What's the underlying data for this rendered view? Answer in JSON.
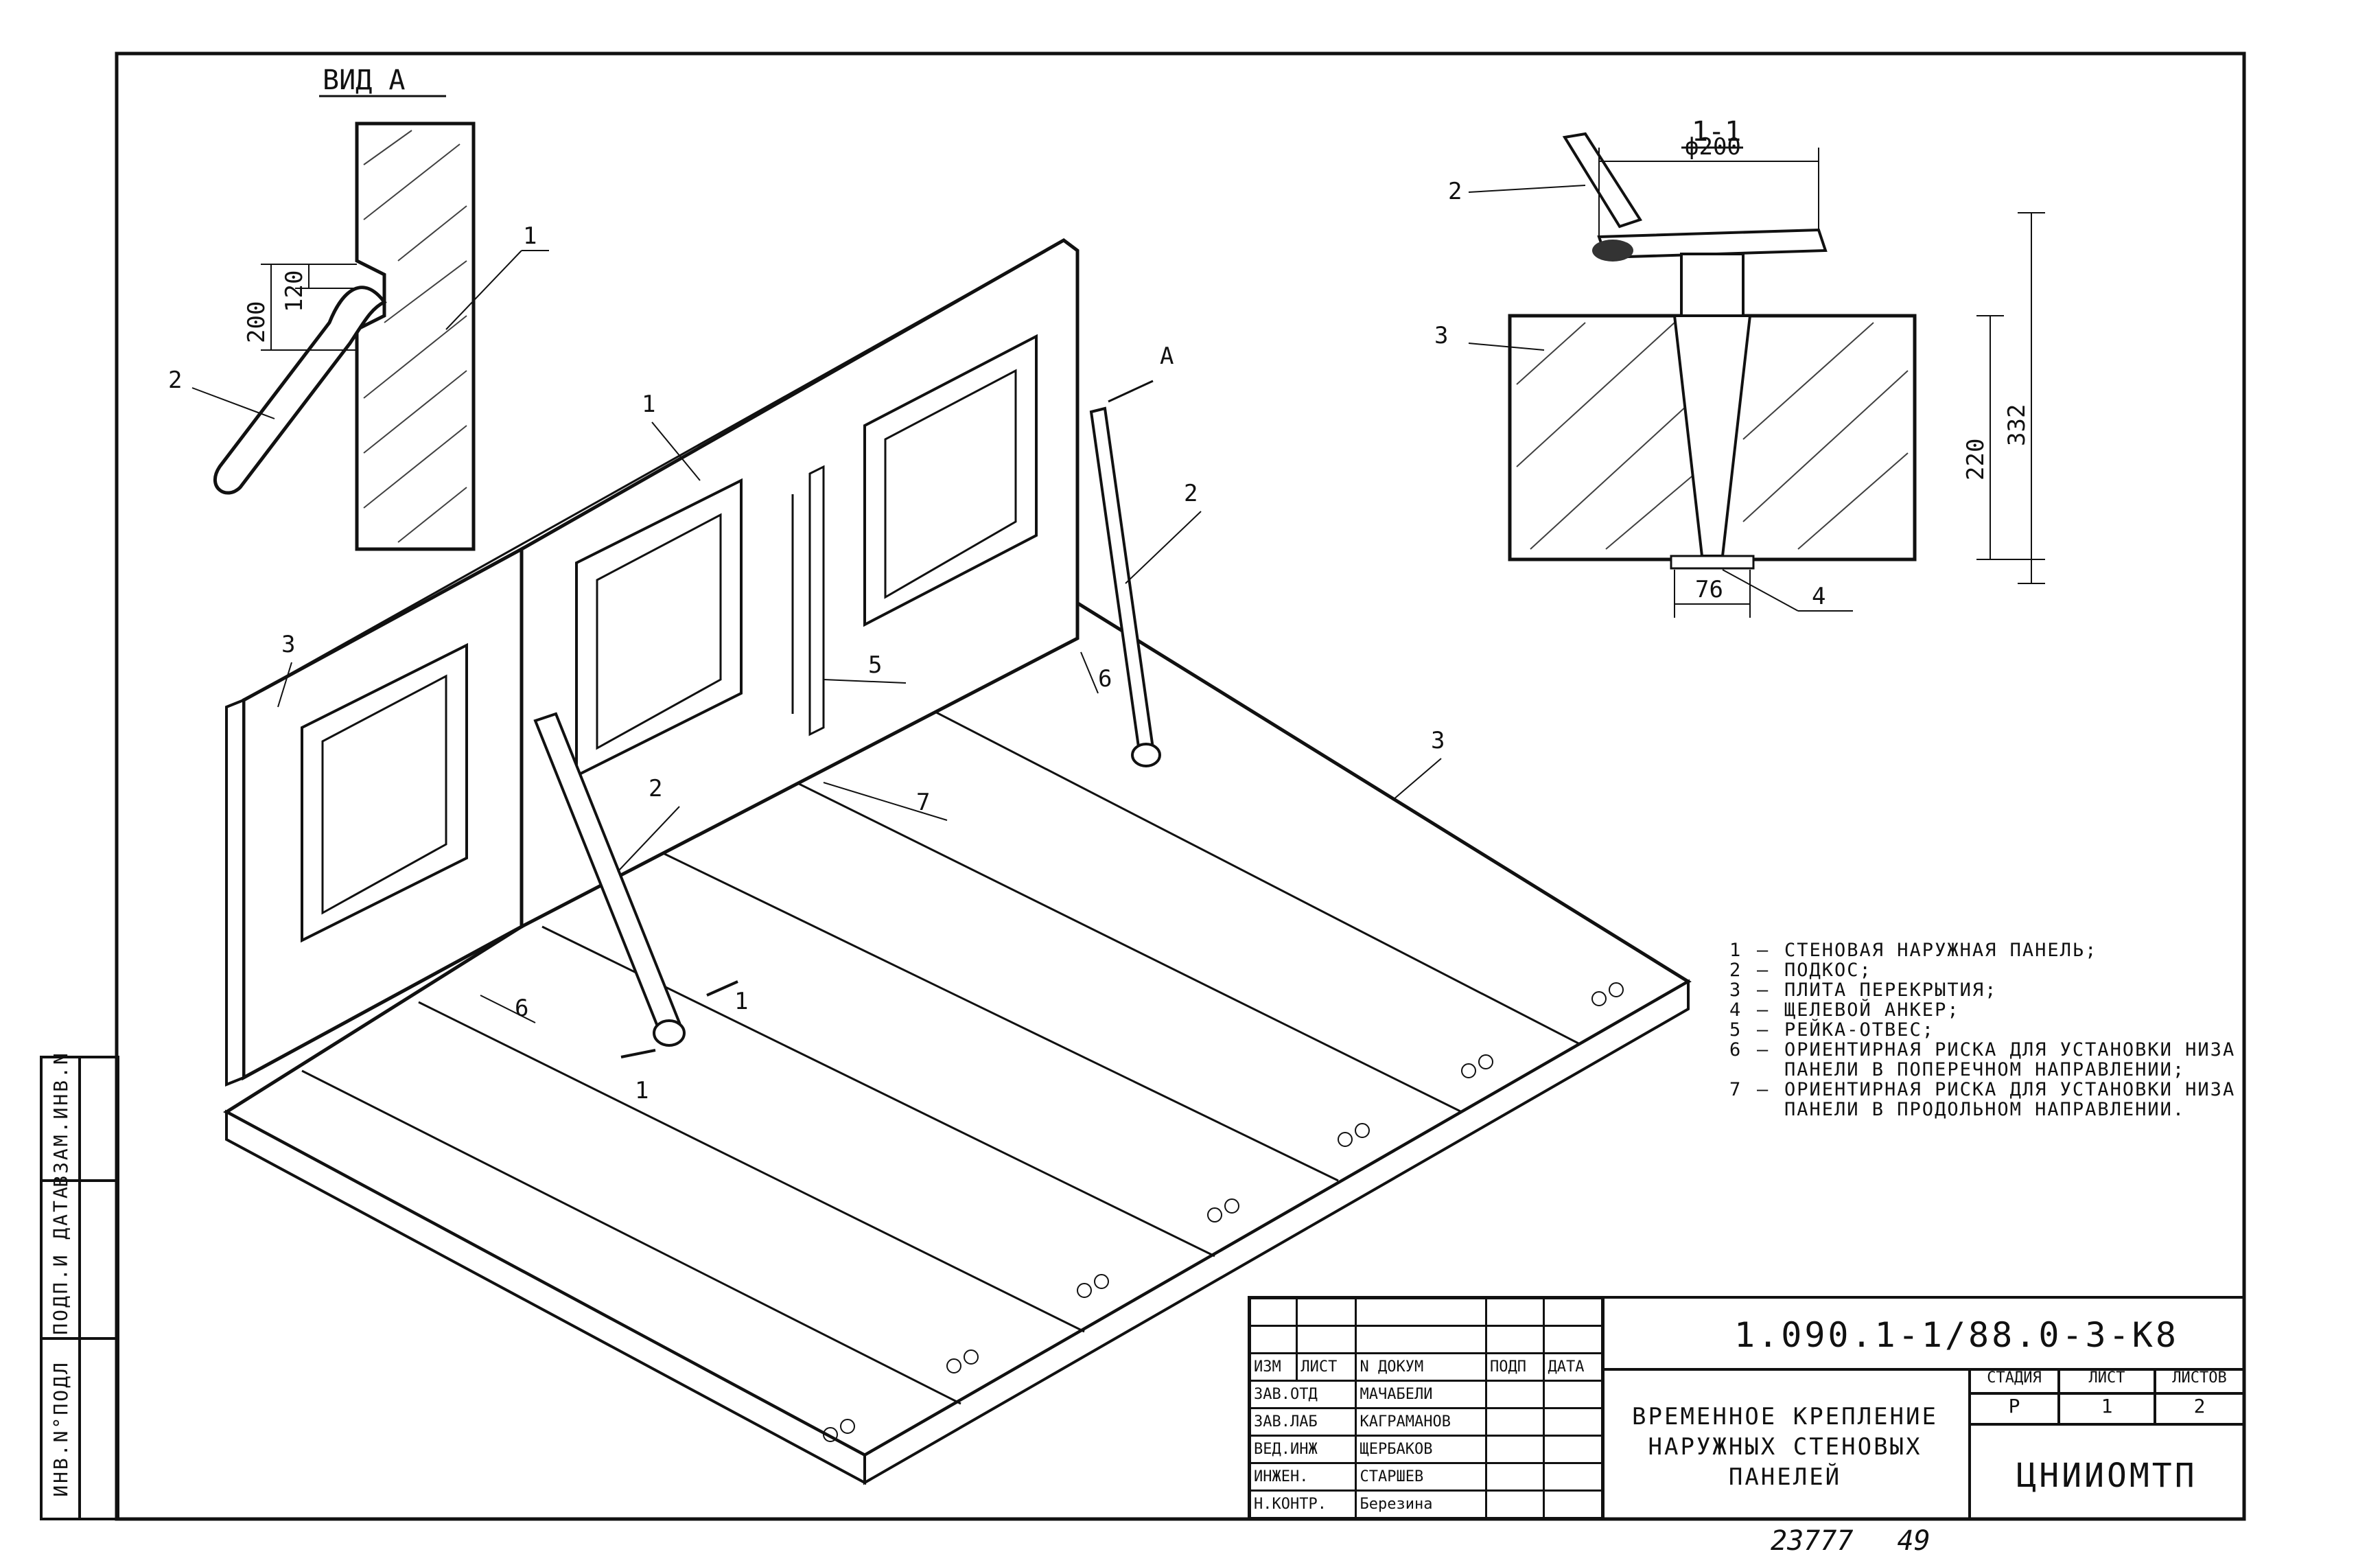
{
  "view_a": {
    "title": "ВИД А",
    "dim_200": "200",
    "dim_120": "120",
    "ref_1": "1",
    "ref_2": "2"
  },
  "section": {
    "title": "1-1",
    "dia": "ф200",
    "dim_220": "220",
    "dim_332": "332",
    "dim_76": "76",
    "ref_2": "2",
    "ref_3": "3",
    "ref_4": "4"
  },
  "main_labels": {
    "l1": "1",
    "l2a": "2",
    "l2b": "2",
    "l3a": "3",
    "l3b": "3",
    "l5": "5",
    "l6a": "6",
    "l6b": "6",
    "l7": "7",
    "lA": "A",
    "sec1a": "1",
    "sec1b": "1"
  },
  "legend": [
    {
      "n": "1",
      "t": "СТЕНОВАЯ НАРУЖНАЯ ПАНЕЛЬ;"
    },
    {
      "n": "2",
      "t": "ПОДКОС;"
    },
    {
      "n": "3",
      "t": "ПЛИТА ПЕРЕКРЫТИЯ;"
    },
    {
      "n": "4",
      "t": "ЩЕЛЕВОЙ АНКЕР;"
    },
    {
      "n": "5",
      "t": "РЕЙКА-ОТВЕС;"
    },
    {
      "n": "6",
      "t": "ОРИЕНТИРНАЯ РИСКА ДЛЯ УСТАНОВКИ НИЗА ПАНЕЛИ В ПОПЕРЕЧНОМ НАПРАВЛЕНИИ;"
    },
    {
      "n": "7",
      "t": "ОРИЕНТИРНАЯ РИСКА ДЛЯ УСТАНОВКИ НИЗА ПАНЕЛИ В ПРОДОЛЬНОМ НАПРАВЛЕНИИ."
    }
  ],
  "titleblock": {
    "code": "1.090.1-1/88.0-3-К8",
    "title_lines": [
      "ВРЕМЕННОЕ КРЕПЛЕНИЕ",
      "НАРУЖНЫХ СТЕНОВЫХ",
      "ПАНЕЛЕЙ"
    ],
    "header": [
      "ИЗМ",
      "ЛИСТ",
      "N ДОКУМ",
      "ПОДП",
      "ДАТА"
    ],
    "rows": [
      {
        "role": "ЗАВ.ОТД",
        "name": "МАЧАБЕЛИ"
      },
      {
        "role": "ЗАВ.ЛАБ",
        "name": "КАГРАМАНОВ"
      },
      {
        "role": "ВЕД.ИНЖ",
        "name": "ЩЕРБАКОВ"
      },
      {
        "role": "ИНЖЕН.",
        "name": "СТАРШЕВ"
      },
      {
        "role": "Н.КОНТР.",
        "name": "Березина"
      }
    ],
    "stage_header": [
      "СТАДИЯ",
      "ЛИСТ",
      "ЛИСТОВ"
    ],
    "stage_values": [
      "Р",
      "1",
      "2"
    ],
    "org": "ЦНИИОМТП"
  },
  "side_stamp": [
    "ИНВ.N°ПОДЛ",
    "ПОДП.И ДАТА",
    "ВЗАМ.ИНВ.N"
  ],
  "footer": {
    "inv": "23777",
    "page": "49"
  }
}
